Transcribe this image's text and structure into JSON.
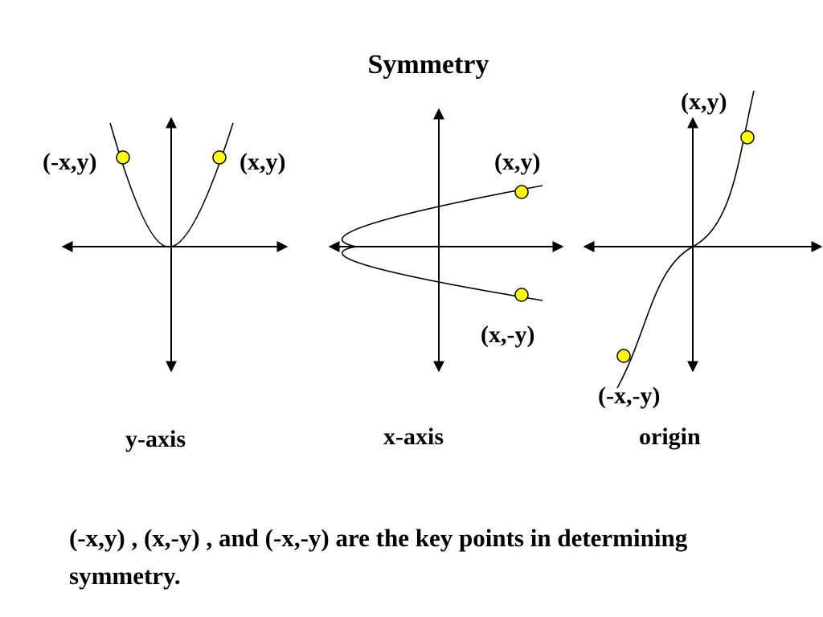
{
  "title": "Symmetry",
  "point_color": "#FFFF00",
  "panels": [
    {
      "caption": "y-axis",
      "point_labels": [
        "(-x,y)",
        "(x,y)"
      ]
    },
    {
      "caption": "x-axis",
      "point_labels": [
        "(x,y)",
        "(x,-y)"
      ]
    },
    {
      "caption": "origin",
      "point_labels": [
        "(x,y)",
        "(-x,-y)"
      ]
    }
  ],
  "note": "(-x,y) , (x,-y) , and (-x,-y) are the key points in determining symmetry."
}
